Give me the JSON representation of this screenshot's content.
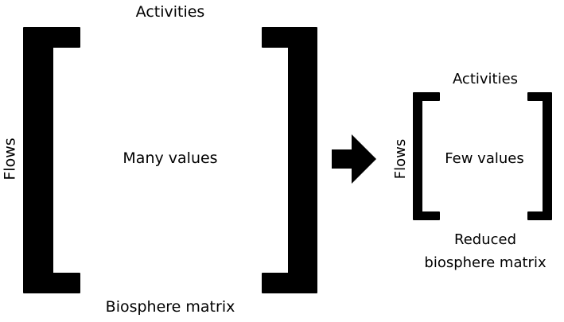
{
  "left_matrix": {
    "top_label": "Activities",
    "side_label": "Flows",
    "center_label": "Many values",
    "bottom_label": "Biosphere matrix"
  },
  "right_matrix": {
    "top_label": "Activities",
    "side_label": "Flows",
    "center_label": "Few values",
    "bottom_label_line1": "Reduced",
    "bottom_label_line2": "biosphere matrix"
  },
  "colors": {
    "ink": "#000000",
    "background": "#ffffff"
  },
  "icons": {
    "arrow": "right-arrow-icon"
  }
}
